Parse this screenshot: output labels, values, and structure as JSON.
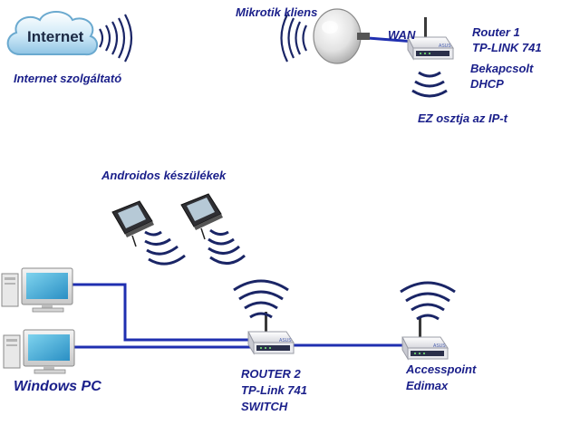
{
  "colors": {
    "label_text": "#1a1f8a",
    "cable": "#1f2fb0",
    "wifi_wave": "#1a2566",
    "router_body": "#e9eaee",
    "router_panel": "#2a2f4a",
    "cloud": "#bfe1f3"
  },
  "internet": {
    "cloud_text": "Internet",
    "caption": "Internet szolgáltató",
    "icon": "cloud-icon"
  },
  "mikrotik": {
    "label": "Mikrotik kliens",
    "icon": "antenna-dish-icon"
  },
  "wan": {
    "label": "WAN"
  },
  "router1": {
    "name": "Router 1",
    "model": "TP-LINK 741",
    "state": "Bekapcsolt",
    "service": "DHCP",
    "note": "EZ osztja az IP-t",
    "badge": "ASUS",
    "icon": "router-icon"
  },
  "android": {
    "label": "Androidos készülékek",
    "icon": "pda-device-icon"
  },
  "windows": {
    "label": "Windows PC",
    "icon": "desktop-pc-icon"
  },
  "router2": {
    "name": "ROUTER 2",
    "model": "TP-Link 741",
    "mode": "SWITCH",
    "badge": "ASUS",
    "icon": "router-icon"
  },
  "accesspoint": {
    "name": "Accesspoint",
    "brand": "Edimax",
    "badge": "ASUS",
    "icon": "router-icon"
  }
}
